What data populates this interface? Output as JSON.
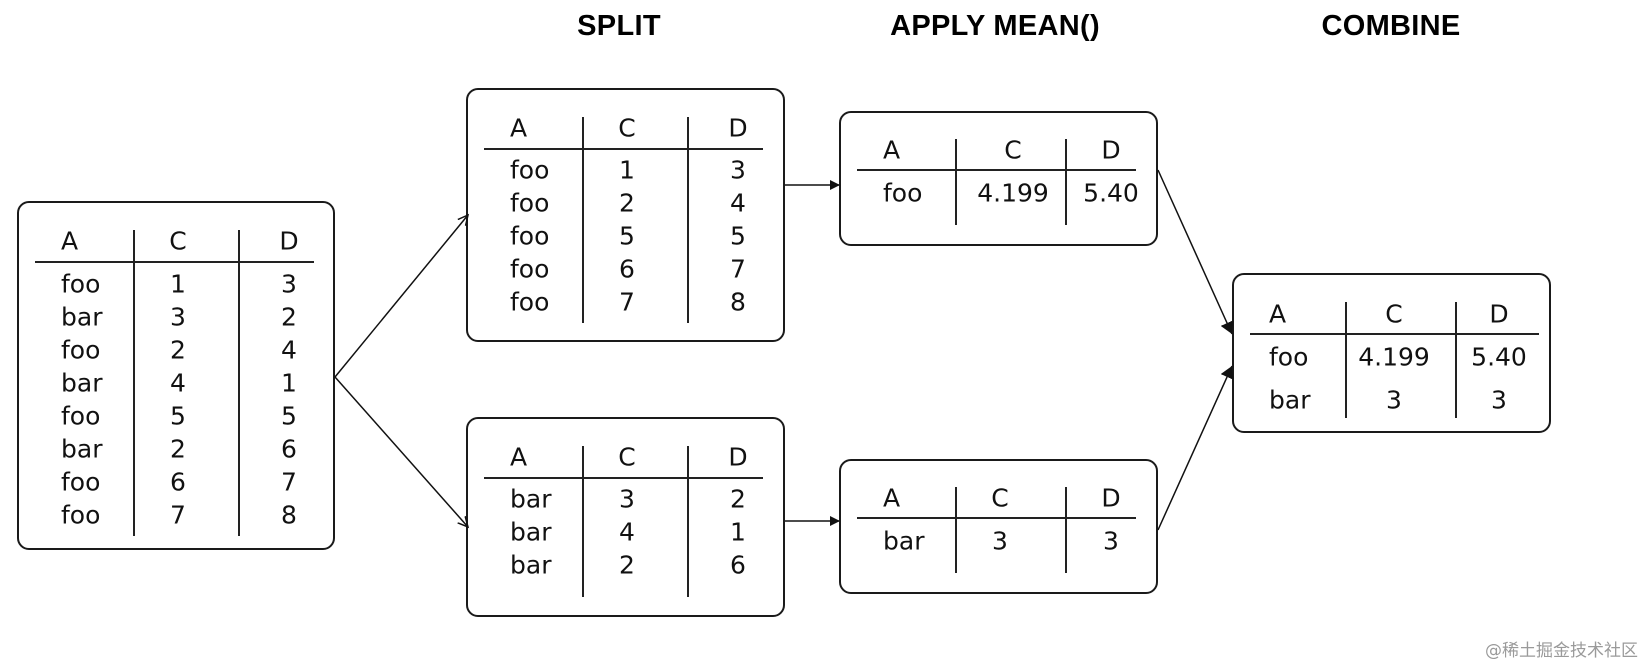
{
  "stages": {
    "split": "SPLIT",
    "apply": "APPLY MEAN()",
    "combine": "COMBINE"
  },
  "headers": [
    "A",
    "C",
    "D"
  ],
  "tables": {
    "original": [
      [
        "foo",
        "1",
        "3"
      ],
      [
        "bar",
        "3",
        "2"
      ],
      [
        "foo",
        "2",
        "4"
      ],
      [
        "bar",
        "4",
        "1"
      ],
      [
        "foo",
        "5",
        "5"
      ],
      [
        "bar",
        "2",
        "6"
      ],
      [
        "foo",
        "6",
        "7"
      ],
      [
        "foo",
        "7",
        "8"
      ]
    ],
    "split_foo": [
      [
        "foo",
        "1",
        "3"
      ],
      [
        "foo",
        "2",
        "4"
      ],
      [
        "foo",
        "5",
        "5"
      ],
      [
        "foo",
        "6",
        "7"
      ],
      [
        "foo",
        "7",
        "8"
      ]
    ],
    "split_bar": [
      [
        "bar",
        "3",
        "2"
      ],
      [
        "bar",
        "4",
        "1"
      ],
      [
        "bar",
        "2",
        "6"
      ]
    ],
    "mean_foo": [
      [
        "foo",
        "4.199",
        "5.40"
      ]
    ],
    "mean_bar": [
      [
        "bar",
        "3",
        "3"
      ]
    ],
    "combined": [
      [
        "foo",
        "4.199",
        "5.40"
      ],
      [
        "bar",
        "3",
        "3"
      ]
    ]
  },
  "watermark": "@稀土掘金技术社区"
}
